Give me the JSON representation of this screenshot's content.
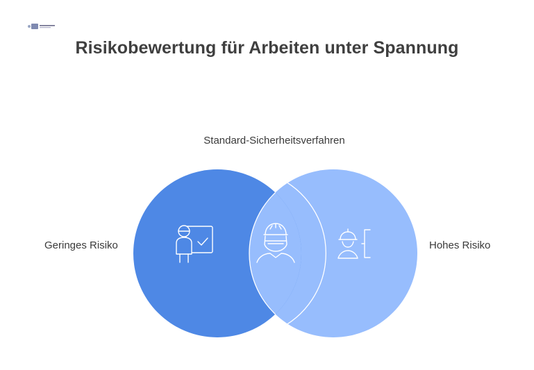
{
  "title": "Risikobewertung für Arbeiten unter Spannung",
  "logo": {
    "icon": "brand-logo-icon",
    "text": ""
  },
  "venn": {
    "center_label": "Standard-Sicherheitsverfahren",
    "left_label": "Geringes Risiko",
    "right_label": "Hohes Risiko",
    "colors": {
      "left": "#4e88e5",
      "right": "#97bdfd",
      "overlap": "#97bdfd",
      "stroke": "#ffffff"
    },
    "icons": {
      "left": "worker-checklist-icon",
      "overlap": "masked-worker-icon",
      "right": "hardhat-worker-icon"
    }
  }
}
